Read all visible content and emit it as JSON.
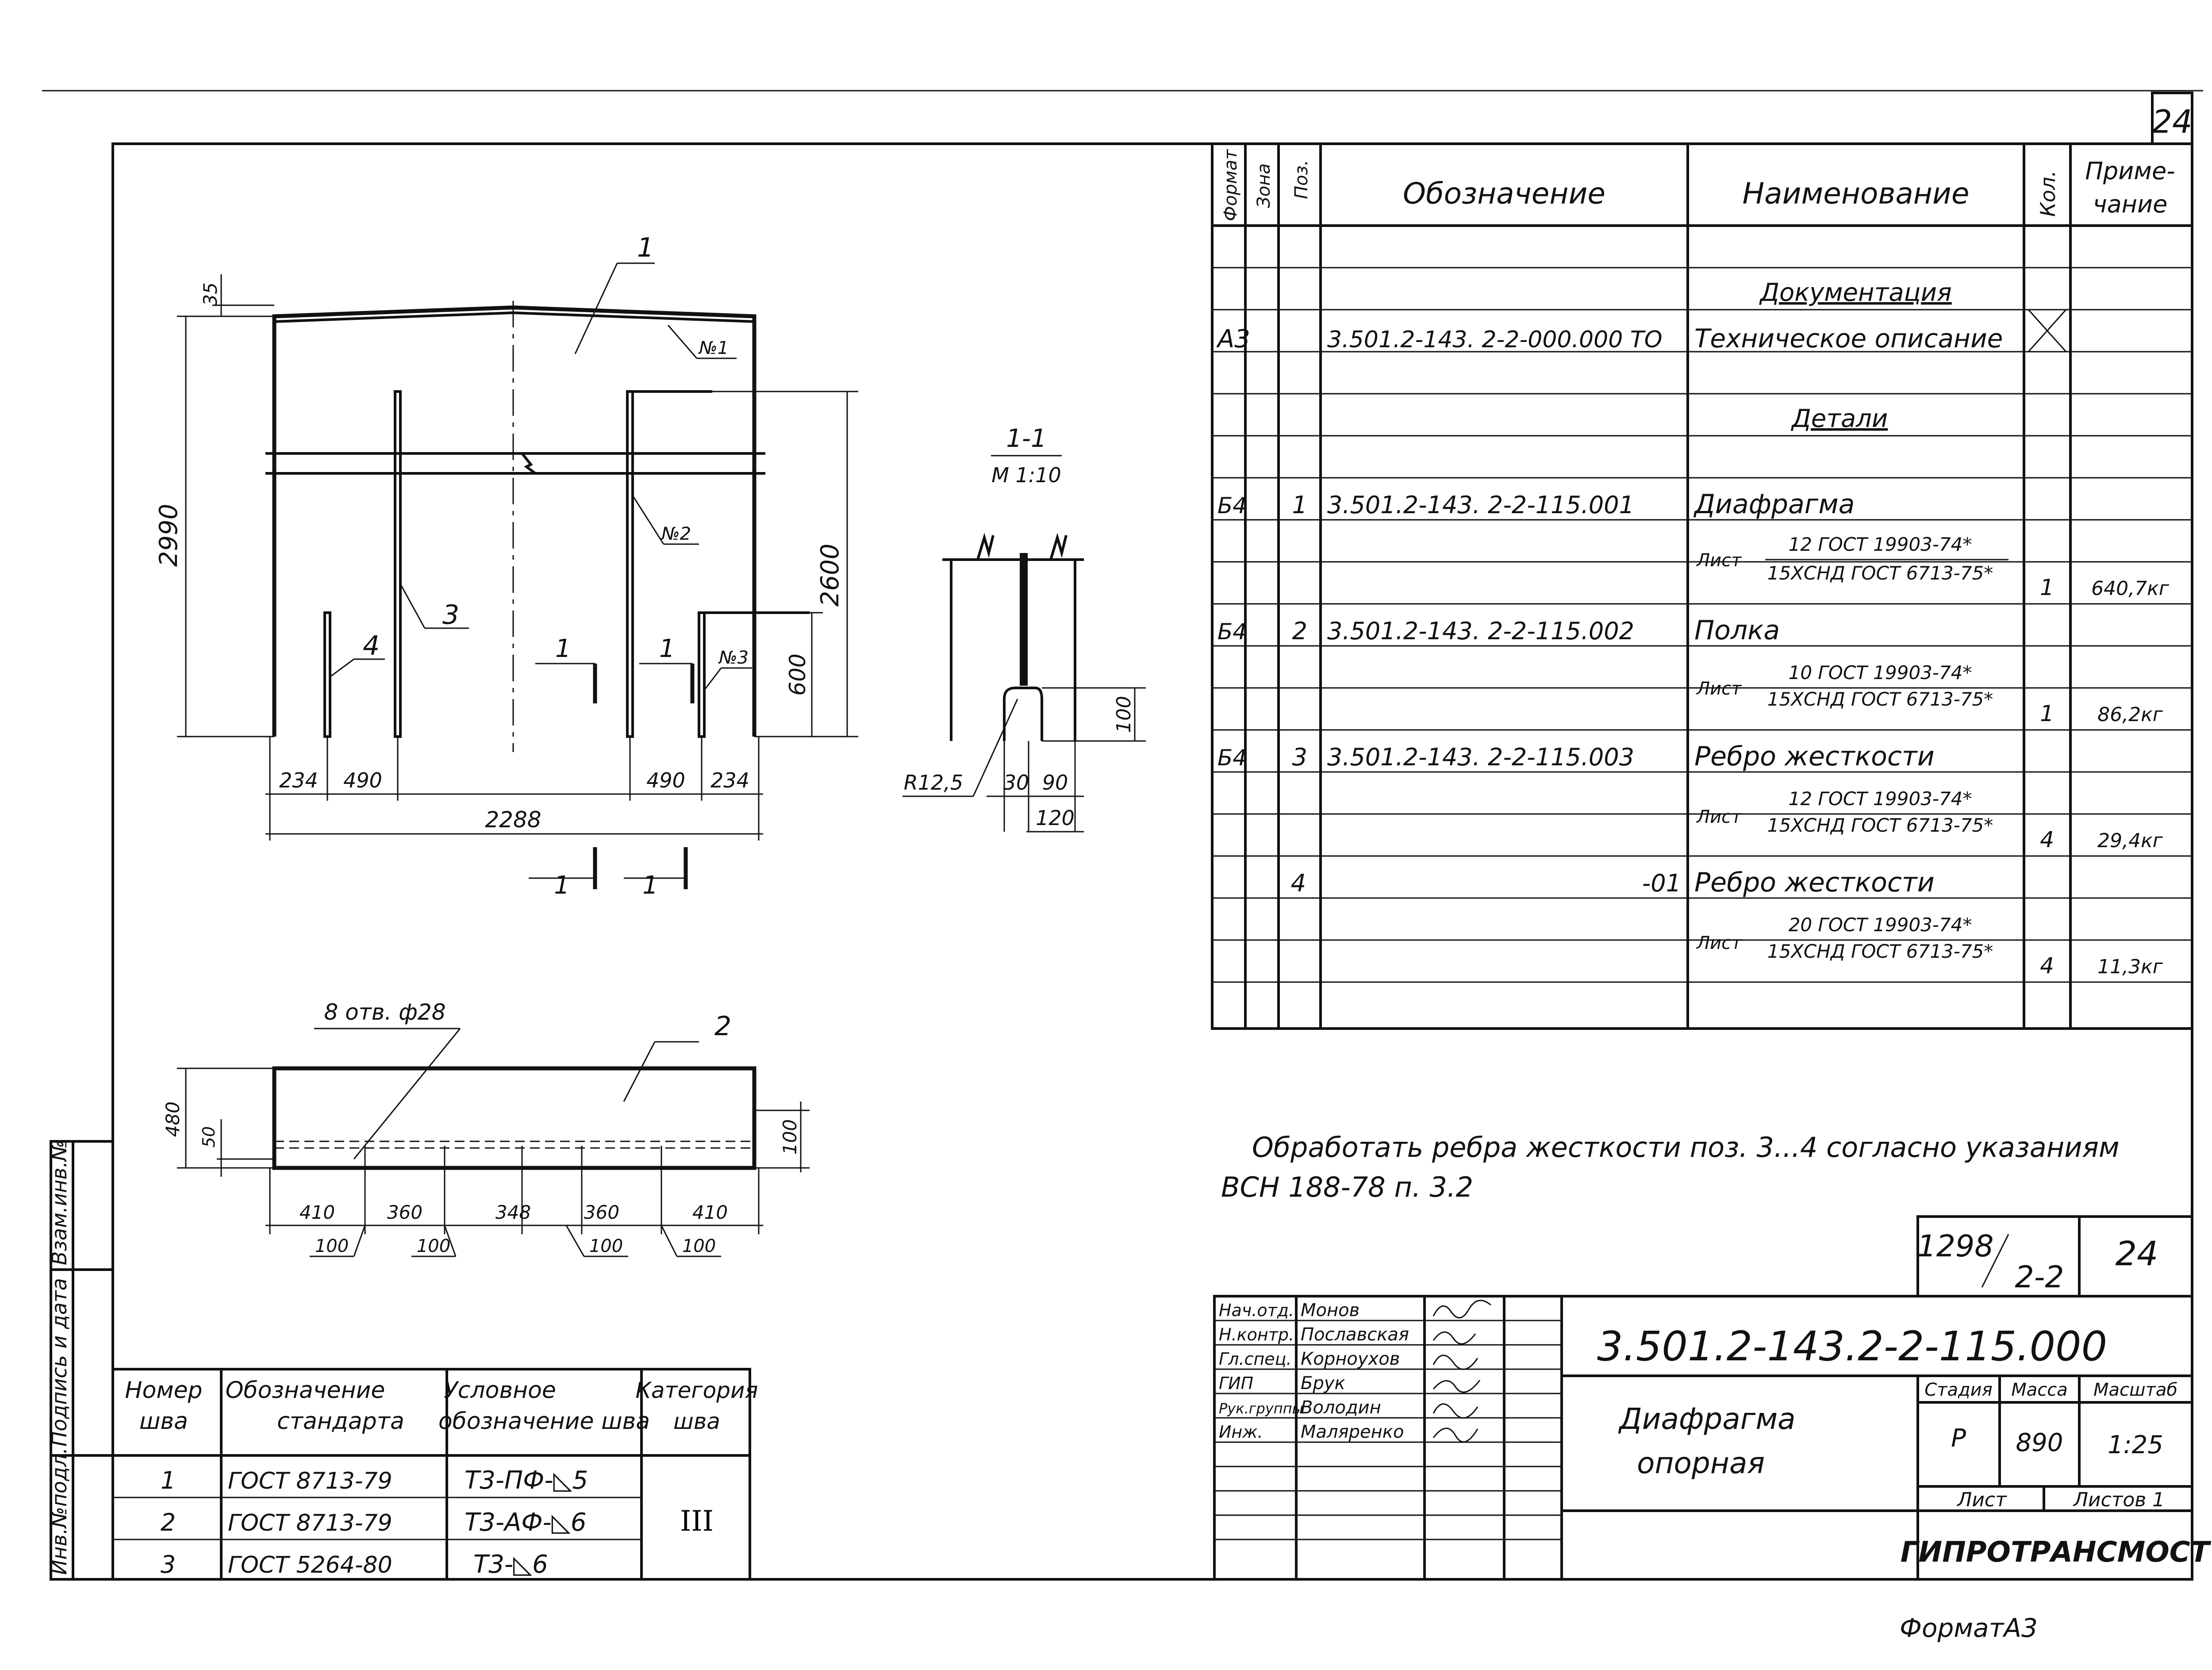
{
  "sheet_number_corner": "24",
  "format_label": "ФорматА3",
  "notes": {
    "line1": "Обработать ребра жесткости поз. 3...4 согласно указаниям",
    "line2": "ВСН 188-78 п. 3.2"
  },
  "spec": {
    "headers": {
      "format": "Формат",
      "zone": "Зона",
      "pos": "Поз.",
      "designation": "Обозначение",
      "name": "Наименование",
      "qty": "Кол.",
      "note1": "Приме-",
      "note2": "чание"
    },
    "section_docs": "Документация",
    "doc_format": "А3",
    "doc_designation": "3.501.2-143. 2-2-000.000 ТО",
    "doc_name": "Техническое описание",
    "section_parts": "Детали",
    "items": [
      {
        "format": "Б4",
        "pos": "1",
        "designation": "3.501.2-143. 2-2-115.001",
        "name": "Диафрагма",
        "mat_prefix": "Лист",
        "mat_top": "12 ГОСТ 19903-74*",
        "mat_bottom": "15ХСНД ГОСТ 6713-75*",
        "qty": "1",
        "note": "640,7кг"
      },
      {
        "format": "Б4",
        "pos": "2",
        "designation": "3.501.2-143. 2-2-115.002",
        "name": "Полка",
        "mat_prefix": "Лист",
        "mat_top": "10 ГОСТ 19903-74*",
        "mat_bottom": "15ХСНД ГОСТ 6713-75*",
        "qty": "1",
        "note": "86,2кг"
      },
      {
        "format": "Б4",
        "pos": "3",
        "designation": "3.501.2-143. 2-2-115.003",
        "name": "Ребро жесткости",
        "mat_prefix": "Лист",
        "mat_top": "12 ГОСТ 19903-74*",
        "mat_bottom": "15ХСНД ГОСТ 6713-75*",
        "qty": "4",
        "note": "29,4кг"
      },
      {
        "format": "",
        "pos": "4",
        "designation": "-01",
        "name": "Ребро жесткости",
        "mat_prefix": "Лист",
        "mat_top": "20 ГОСТ 19903-74*",
        "mat_bottom": "15ХСНД ГОСТ 6713-75*",
        "qty": "4",
        "note": "11,3кг"
      }
    ]
  },
  "welds": {
    "headers": {
      "num1": "Номер",
      "num2": "шва",
      "std1": "Обозначение",
      "std2": "стандарта",
      "cond1": "Условное",
      "cond2": "обозначение шва",
      "cat1": "Категория",
      "cat2": "шва"
    },
    "rows": [
      {
        "num": "1",
        "standard": "ГОСТ 8713-79",
        "symbol": "Т3-ПФ-◺5"
      },
      {
        "num": "2",
        "standard": "ГОСТ 8713-79",
        "symbol": "Т3-АФ-◺6"
      },
      {
        "num": "3",
        "standard": "ГОСТ 5264-80",
        "symbol": "Т3-◺6"
      }
    ],
    "category": "III"
  },
  "side_labels": [
    "Инв.№подл.",
    "Подпись и дата",
    "Взам.инв.№"
  ],
  "title_block": {
    "album": "1298",
    "album_sub": "2-2",
    "album_sheet": "24",
    "designation": "3.501.2-143.2-2-115.000",
    "name1": "Диафрагма",
    "name2": "опорная",
    "stage_h": "Стадия",
    "mass_h": "Масса",
    "scale_h": "Масштаб",
    "stage": "Р",
    "mass": "890",
    "scale": "1:25",
    "sheet_h": "Лист",
    "sheets_h": "Листов 1",
    "org": "ГИПРОТРАНСМОСТ",
    "people": [
      {
        "role": "Нач.отд.",
        "name": "Монов"
      },
      {
        "role": "Н.контр.",
        "name": "Пославская"
      },
      {
        "role": "Гл.спец.",
        "name": "Корноухов"
      },
      {
        "role": "ГИП",
        "name": "Брук"
      },
      {
        "role": "Рук.группы",
        "name": "Володин"
      },
      {
        "role": "Инж.",
        "name": "Маляренко"
      }
    ]
  },
  "drawing": {
    "leader_1": "1",
    "leader_2": "2",
    "leader_3": "3",
    "leader_4": "4",
    "weld_1": "№1",
    "weld_2": "№2",
    "weld_3": "№3",
    "dim_35": "35",
    "dim_2990": "2990",
    "dim_2600": "2600",
    "dim_600": "600",
    "dim_234a": "234",
    "dim_490a": "490",
    "dim_490b": "490",
    "dim_234b": "234",
    "dim_2288": "2288",
    "cut_mark": "1",
    "section_title": "1-1",
    "section_scale": "М 1:10",
    "dim_r": "R12,5",
    "dim_30": "30",
    "dim_90": "90",
    "dim_120": "120",
    "dim_100v": "100",
    "holes": "8 отв. ф28",
    "dim_480": "480",
    "dim_50": "50",
    "dim_100r": "100",
    "plan_dims": [
      "410",
      "360",
      "348",
      "360",
      "410"
    ],
    "plan_sub": [
      "100",
      "100",
      "100",
      "100"
    ]
  }
}
